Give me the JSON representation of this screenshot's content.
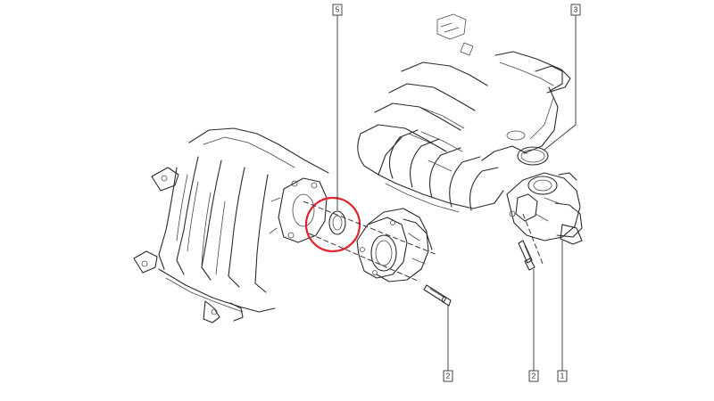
{
  "diagram": {
    "highlight_color": "#e0242b",
    "line_color": "#2a2a2a",
    "callouts": [
      {
        "id": "callout-5",
        "label": "5"
      },
      {
        "id": "callout-3",
        "label": "3"
      },
      {
        "id": "callout-2a",
        "label": "2"
      },
      {
        "id": "callout-2b",
        "label": "2"
      },
      {
        "id": "callout-1",
        "label": "1"
      }
    ]
  }
}
